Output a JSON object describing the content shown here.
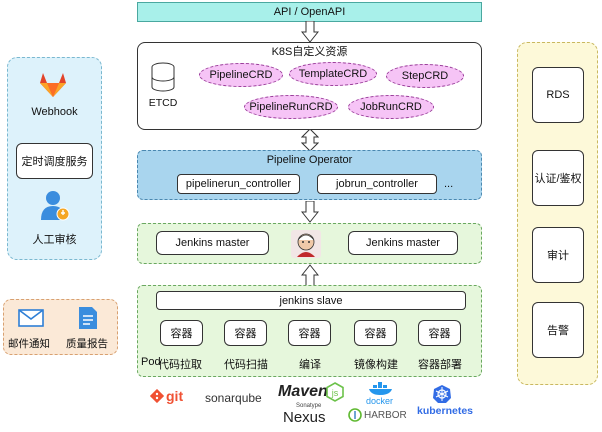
{
  "api": {
    "label": "API / OpenAPI"
  },
  "k8s": {
    "title": "K8S自定义资源",
    "etcd_label": "ETCD",
    "crds": [
      "PipelineCRD",
      "TemplateCRD",
      "StepCRD",
      "PipelineRunCRD",
      "JobRunCRD"
    ]
  },
  "operator": {
    "title": "Pipeline Operator",
    "controllers": [
      "pipelinerun_controller",
      "jobrun_controller"
    ],
    "ellipsis": "..."
  },
  "jenkins_master": {
    "labels": [
      "Jenkins master",
      "Jenkins master"
    ]
  },
  "jenkins_slave": {
    "title": "jenkins slave",
    "pod_label": "Pod",
    "containers": [
      {
        "box": "容器",
        "label": "代码拉取"
      },
      {
        "box": "容器",
        "label": "代码扫描"
      },
      {
        "box": "容器",
        "label": "编译"
      },
      {
        "box": "容器",
        "label": "镜像构建"
      },
      {
        "box": "容器",
        "label": "容器部署"
      }
    ]
  },
  "left_panel": {
    "webhook_label": "Webhook",
    "scheduler_label": "定时调度服务",
    "review_label": "人工审核"
  },
  "notify_panel": {
    "mail_label": "邮件通知",
    "report_label": "质量报告"
  },
  "right_panel": {
    "items": [
      "RDS",
      "认证/鉴权",
      "审计",
      "告警"
    ]
  },
  "tools": {
    "git": "git",
    "sonarqube": "sonarqube",
    "maven": "Maven",
    "sonatype": "Sonatype",
    "nexus": "Nexus",
    "docker": "docker",
    "harbor": "HARBOR",
    "kubernetes": "kubernetes"
  },
  "colors": {
    "api_bg": "#a8f0ea",
    "operator_bg": "#a9d5ee",
    "green_panel": "#e6f7dc",
    "left_panel": "#ddf2fb",
    "right_panel": "#fdf9d9",
    "notify_panel": "#fbe9d7",
    "crd_fill": "#f6c4f6"
  }
}
